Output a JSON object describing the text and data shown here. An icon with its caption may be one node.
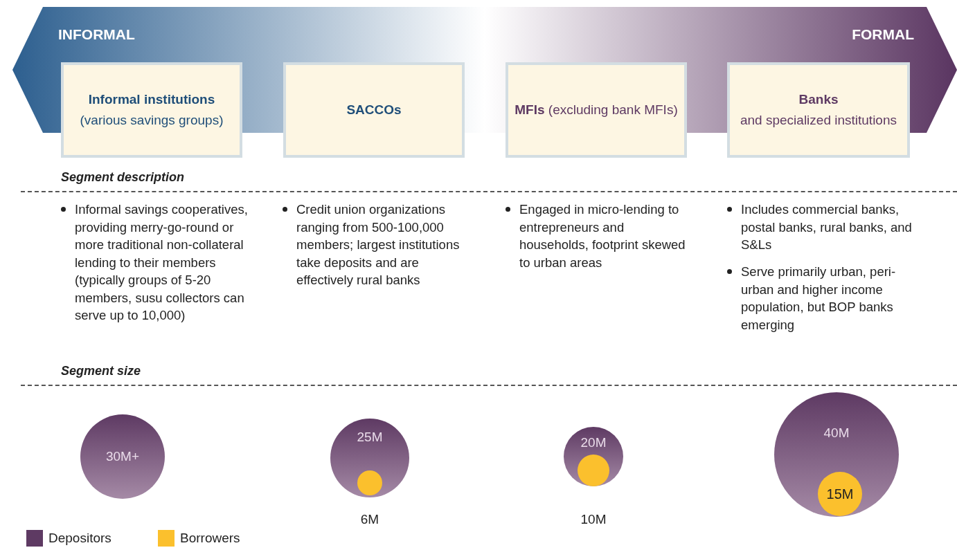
{
  "diagram": {
    "nodes": [
      {
        "text": [
          "INFORMAL",
          "FORMAL"
        ]
      },
      {
        "text": [
          "Informal institutions",
          "(various savings groups)"
        ]
      },
      {
        "text": [
          "SACCOs"
        ]
      },
      {
        "text": [
          "**MFIs** (excluding bank MFIs)"
        ]
      },
      {
        "text": [
          "Banks",
          "and specialized institutions"
        ]
      },
      {
        "text": [
          "30M+"
        ]
      },
      {
        "text": [
          "25M"
        ]
      },
      {
        "text": [],
        "shape": "circle",
        "in": 6,
        "beside": [
          "6M"
        ]
      },
      {
        "text": [
          "20M"
        ]
      },
      {
        "text": [],
        "shape": "circle",
        "in": 8,
        "beside": [
          "10M"
        ]
      },
      {
        "text": [
          "40M"
        ]
      },
      {
        "text": [
          "15M"
        ],
        "in": 10
      }
    ],
    "edges": [],
    "labels": [
      "Segment description",
      "Informal savings cooperatives, providing merry-go-round or more traditional non-collateral lending to their members (typically groups of 5-20 members, susu collectors can serve up to 10,000)",
      "Credit union organizations ranging from 500-100,000 members; largest institutions take deposits and are effectively rural banks",
      "Engaged in micro-lending to entrepreneurs and households, footprint skewed to urban areas",
      "Includes commercial banks, postal banks, rural banks, and S&Ls",
      "Serve primarily urban, peri-urban and higher income population, but BOP banks emerging",
      "Segment size"
    ],
    "legend": [
      {
        "text": "Depositors",
        "color": "#5e3a63"
      },
      {
        "text": "Borrowers",
        "color": "#fbc02d"
      }
    ]
  }
}
